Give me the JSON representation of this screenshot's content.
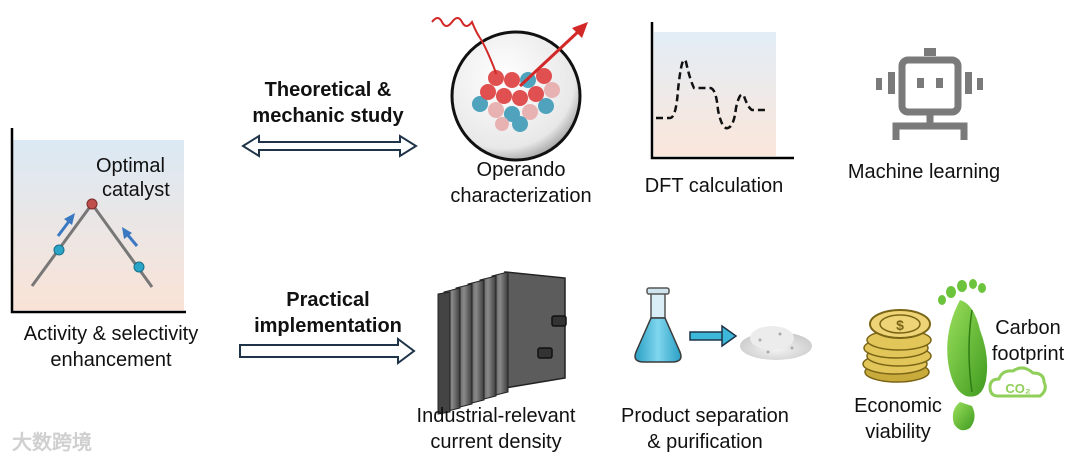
{
  "left_panel": {
    "peak_label_line1": "Optimal",
    "peak_label_line2": "catalyst",
    "caption_line1": "Activity & selectivity",
    "caption_line2": "enhancement"
  },
  "arrows": {
    "top_label_line1": "Theoretical &",
    "top_label_line2": "mechanic study",
    "bottom_label_line1": "Practical",
    "bottom_label_line2": "implementation"
  },
  "top_row": [
    {
      "line1": "Operando",
      "line2": "characterization",
      "icon": "operando-sphere-icon"
    },
    {
      "line1": "DFT calculation",
      "icon": "dft-energy-profile-icon"
    },
    {
      "line1": "Machine learning",
      "icon": "robot-icon"
    }
  ],
  "bottom_row": [
    {
      "line1": "Industrial-relevant",
      "line2": "current density",
      "icon": "electrolyzer-stack-icon"
    },
    {
      "line1": "Product separation",
      "line2": "& purification",
      "icon": "flask-to-powder-icon"
    },
    {
      "line1": "Economic",
      "line2": "viability",
      "icon": "coin-stack-icon"
    },
    {
      "line1": "Carbon",
      "line2": "footprint",
      "icon": "footprint-co2-icon"
    }
  ],
  "watermark": "大数跨境",
  "colors": {
    "arrow_outline": "#1f3349",
    "chart_top": "#dbe9f4",
    "chart_bottom": "#fae3d6",
    "volcano_line": "#777777",
    "node_blue": "#2aa5c7",
    "node_red": "#c0504d",
    "hint_arrow": "#3a78c2",
    "atom_red": "#e05050",
    "atom_blue": "#4fa3bd",
    "atom_pink": "#e9b2b2",
    "flask_liquid": "#3eb8d8",
    "coin_gold": "#e2c65a",
    "leaf_green": "#6cc33c"
  }
}
